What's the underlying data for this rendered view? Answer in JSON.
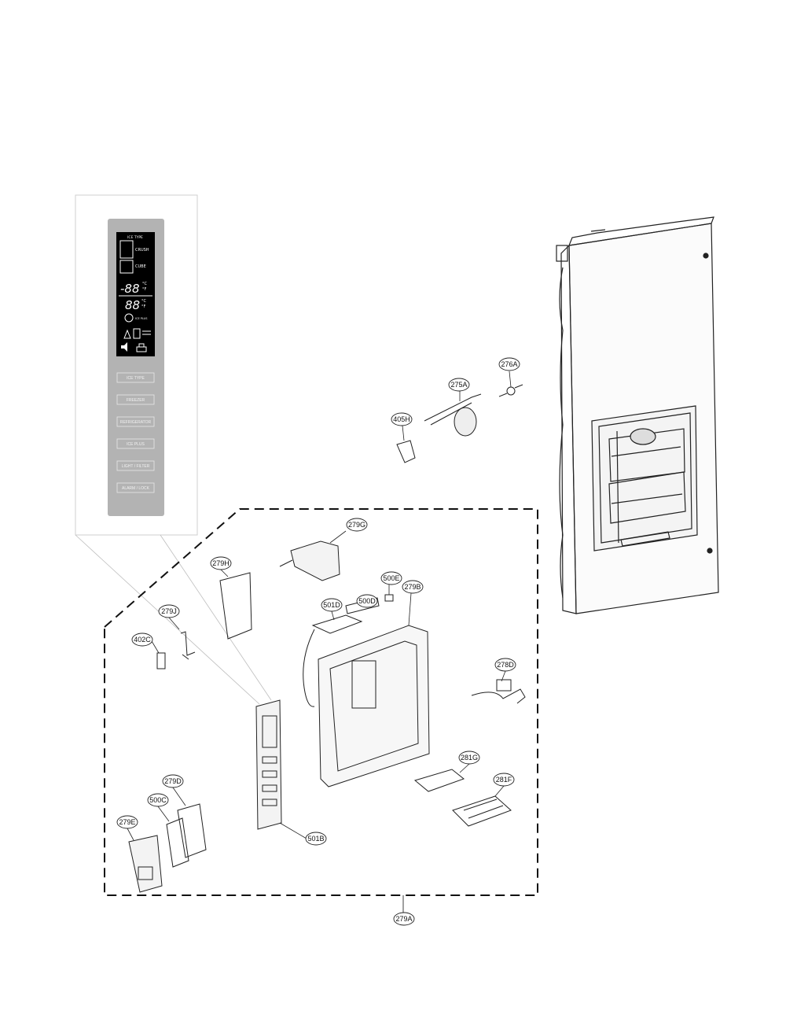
{
  "panel": {
    "lcd": {
      "ice_type_label": "ICE TYPE",
      "crush_label": "CRUSH",
      "cube_label": "CUBE",
      "freezer_temp": "-88",
      "fridge_temp": "88",
      "unit_c": "°C",
      "unit_f": "°F",
      "ice_plus_label": "ICE PLUS"
    },
    "buttons": [
      "ICE TYPE",
      "FREEZER",
      "REFRIGERATOR",
      "ICE PLUS",
      "LIGHT / FILTER",
      "ALARM / LOCK"
    ]
  },
  "callouts": {
    "c276A": "276A",
    "c275A": "275A",
    "c405H": "405H",
    "c279G": "279G",
    "c279H": "279H",
    "c500E": "500E",
    "c279B": "279B",
    "c500D": "500D",
    "c501D": "501D",
    "c279J": "279J",
    "c402C": "402C",
    "c278D": "278D",
    "c281G": "281G",
    "c281F": "281F",
    "c279D": "279D",
    "c500C": "500C",
    "c279E": "279E",
    "c501B": "501B",
    "c279A": "279A"
  }
}
